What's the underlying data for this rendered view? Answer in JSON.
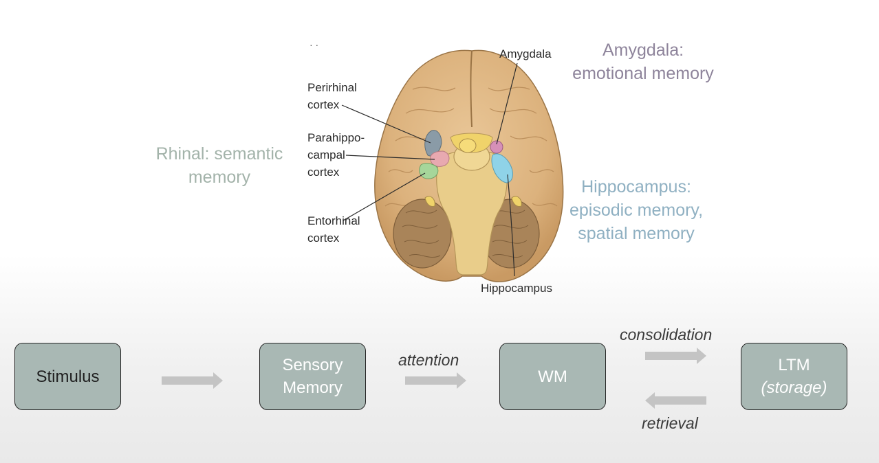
{
  "brain": {
    "labels": {
      "amygdala": "Amygdala",
      "perirhinal_1": "Perirhinal",
      "perirhinal_2": "cortex",
      "parahippo_1": "Parahippo-",
      "parahippo_2": "campal",
      "parahippo_3": "cortex",
      "entorhinal_1": "Entorhinal",
      "entorhinal_2": "cortex",
      "hippocampus": "Hippocampus"
    }
  },
  "annotations": {
    "rhinal": {
      "line1": "Rhinal: semantic",
      "line2": "memory",
      "color": "#a3b3aa"
    },
    "amygdala": {
      "line1": "Amygdala:",
      "line2": "emotional memory",
      "color": "#8e849b"
    },
    "hippocampus": {
      "line1": "Hippocampus:",
      "line2": "episodic memory,",
      "line3": "spatial memory",
      "color": "#8fb0c2"
    }
  },
  "flow": {
    "nodes": {
      "stimulus": {
        "label": "Stimulus"
      },
      "sensory": {
        "line1": "Sensory",
        "line2": "Memory"
      },
      "wm": {
        "label": "WM"
      },
      "ltm": {
        "line1": "LTM",
        "line2": "(storage)"
      }
    },
    "edges": {
      "attention": "attention",
      "consolidation": "consolidation",
      "retrieval": "retrieval"
    },
    "box_color": "#a9b8b4",
    "arrow_color": "#c4c4c4"
  }
}
